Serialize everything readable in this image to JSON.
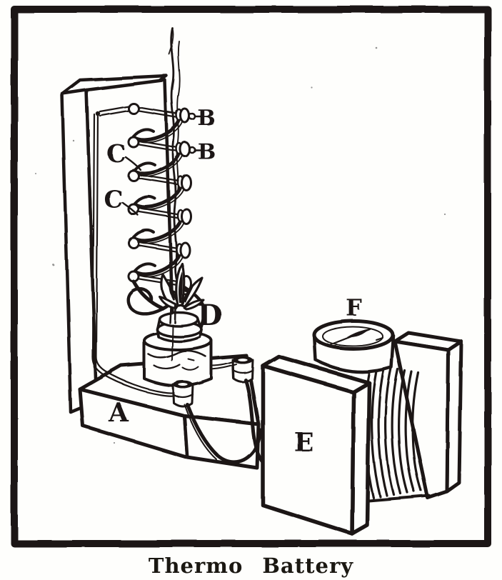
{
  "figure": {
    "caption": "Thermo Battery",
    "parts": {
      "A": "A",
      "B1": "B",
      "B2": "B",
      "C1": "C",
      "C2": "C",
      "D": "D",
      "E": "E",
      "F": "F"
    },
    "colors": {
      "ink": "#1b1812",
      "paper": "#fefefc"
    }
  }
}
